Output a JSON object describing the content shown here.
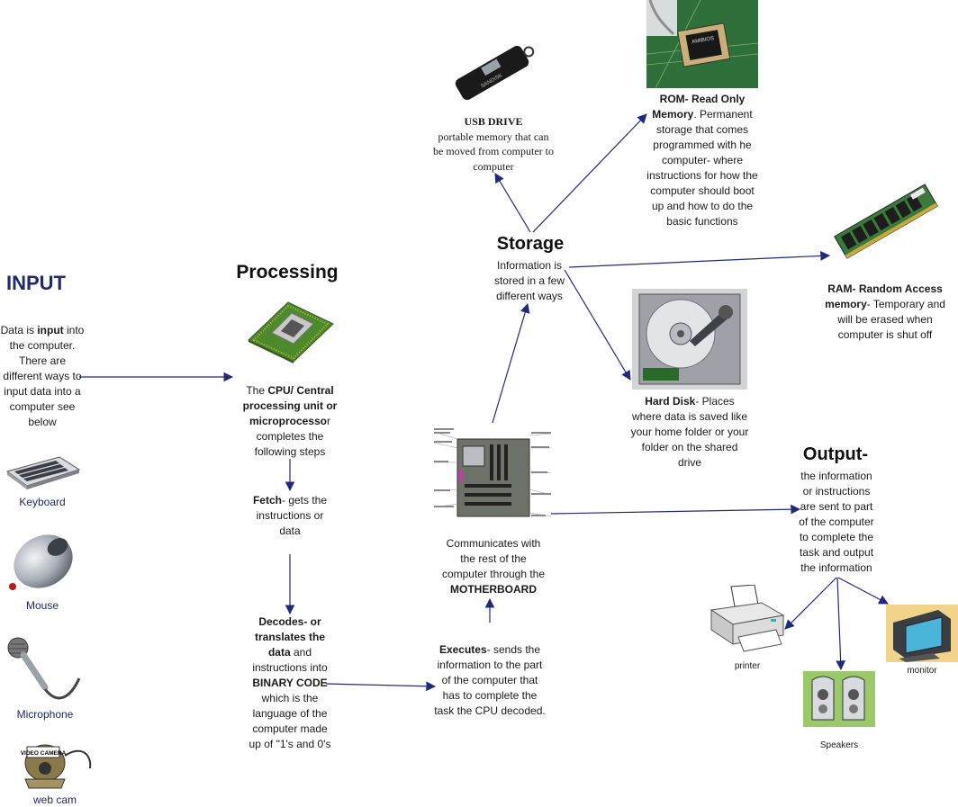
{
  "input": {
    "title": "INPUT",
    "desc": [
      "Data is ",
      "input",
      " into the computer. There are different ways to input data into a computer see below"
    ],
    "devices": {
      "keyboard": "Keyboard",
      "mouse": "Mouse",
      "microphone": "Microphone",
      "webcam": "web cam",
      "webcam_badge": "VIDEO CAMERA"
    }
  },
  "processing": {
    "title": "Processing",
    "cpu": [
      "The ",
      "CPU/ Central processing unit  or microprocesso",
      "r completes the following steps"
    ],
    "fetch": [
      "Fetch",
      "- gets  the instructions or data"
    ],
    "decode": [
      "Decodes- or translates the data",
      " and instructions into ",
      "BINARY CODE",
      " which is the language of the computer made up of \"1's and 0's"
    ],
    "execute": [
      "Executes",
      "- sends the information to the part of the computer that has to complete the task the CPU decoded."
    ],
    "motherboard": [
      "Communicates with the rest of the computer through the ",
      "MOTHERBOARD"
    ]
  },
  "storage": {
    "title": "Storage",
    "desc": "Information is stored in a few different ways",
    "usb": [
      "USB DRIVE",
      "portable memory that can be moved from computer to computer"
    ],
    "usb_label": "SANDISK",
    "rom": [
      "ROM- Read Only Memory",
      ". Permanent storage that comes programmed with he computer- where instructions for how the computer should boot up and how to do the basic functions"
    ],
    "rom_chip": "AMIBIOS",
    "ram": [
      "RAM- Random Access memory",
      "- Temporary and will be erased when computer is shut off"
    ],
    "harddisk": [
      "Hard Disk",
      "- Places where data is saved like your home folder or your folder on the shared drive"
    ]
  },
  "output": {
    "title": "Output-",
    "desc": "the information or instructions are sent to part of the computer to complete the task and output the information",
    "devices": {
      "printer": "printer",
      "speakers": "Speakers",
      "monitor": "monitor"
    }
  },
  "colors": {
    "arrow": "#1f2a7a",
    "title_input": "#1f2a6e"
  }
}
